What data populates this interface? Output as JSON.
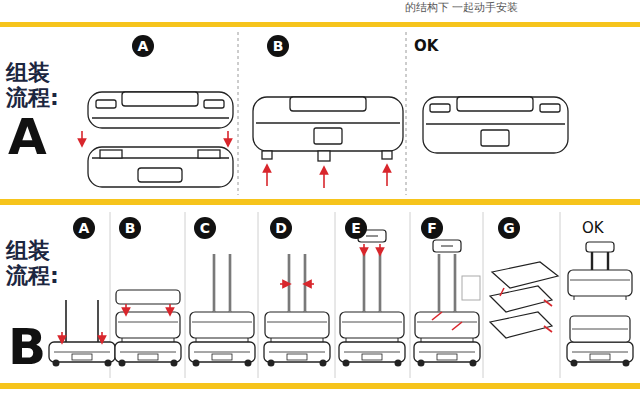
{
  "diagram": {
    "nodes": [
      {
        "text": [
          "A"
        ]
      },
      {
        "text": [
          "B"
        ]
      },
      {
        "text": [
          "A"
        ]
      },
      {
        "text": [
          "B"
        ]
      },
      {
        "text": [
          "C"
        ]
      },
      {
        "text": [
          "D"
        ]
      },
      {
        "text": [
          "E"
        ]
      },
      {
        "text": [
          "F"
        ]
      },
      {
        "text": [
          "G"
        ]
      }
    ],
    "labels": [
      "的结构下 一起动手安装",
      "组装 流程:",
      "A",
      "OK",
      "组装 流程:",
      "B",
      "OK"
    ]
  }
}
